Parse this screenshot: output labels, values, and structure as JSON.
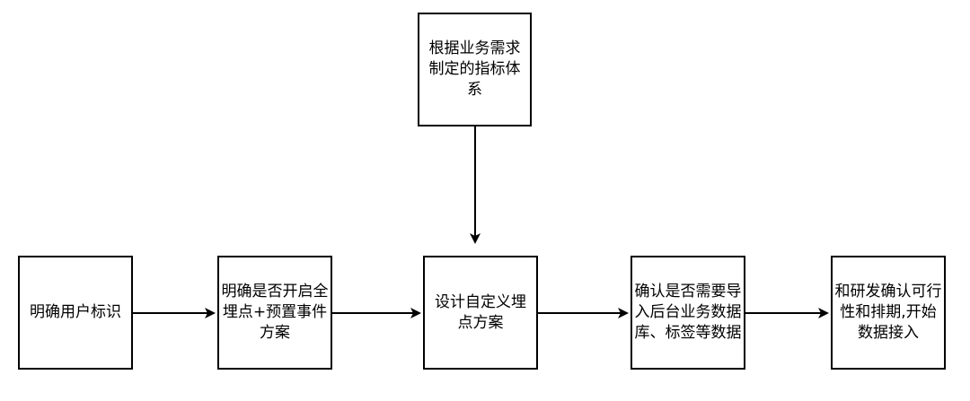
{
  "diagram": {
    "nodes": {
      "top": "根据业务需求制定的指标体系",
      "step1": "明确用户标识",
      "step2": "明确是否开启全埋点+预置事件方案",
      "step3": "设计自定义埋点方案",
      "step4": "确认是否需要导入后台业务数据库、标签等数据",
      "step5": "和研发确认可行性和排期,开始数据接入"
    },
    "edges": [
      {
        "from": "top",
        "to": "step3"
      },
      {
        "from": "step1",
        "to": "step2"
      },
      {
        "from": "step2",
        "to": "step3"
      },
      {
        "from": "step3",
        "to": "step4"
      },
      {
        "from": "step4",
        "to": "step5"
      }
    ],
    "colors": {
      "stroke": "#000000",
      "fill": "#ffffff",
      "text": "#000000"
    }
  }
}
